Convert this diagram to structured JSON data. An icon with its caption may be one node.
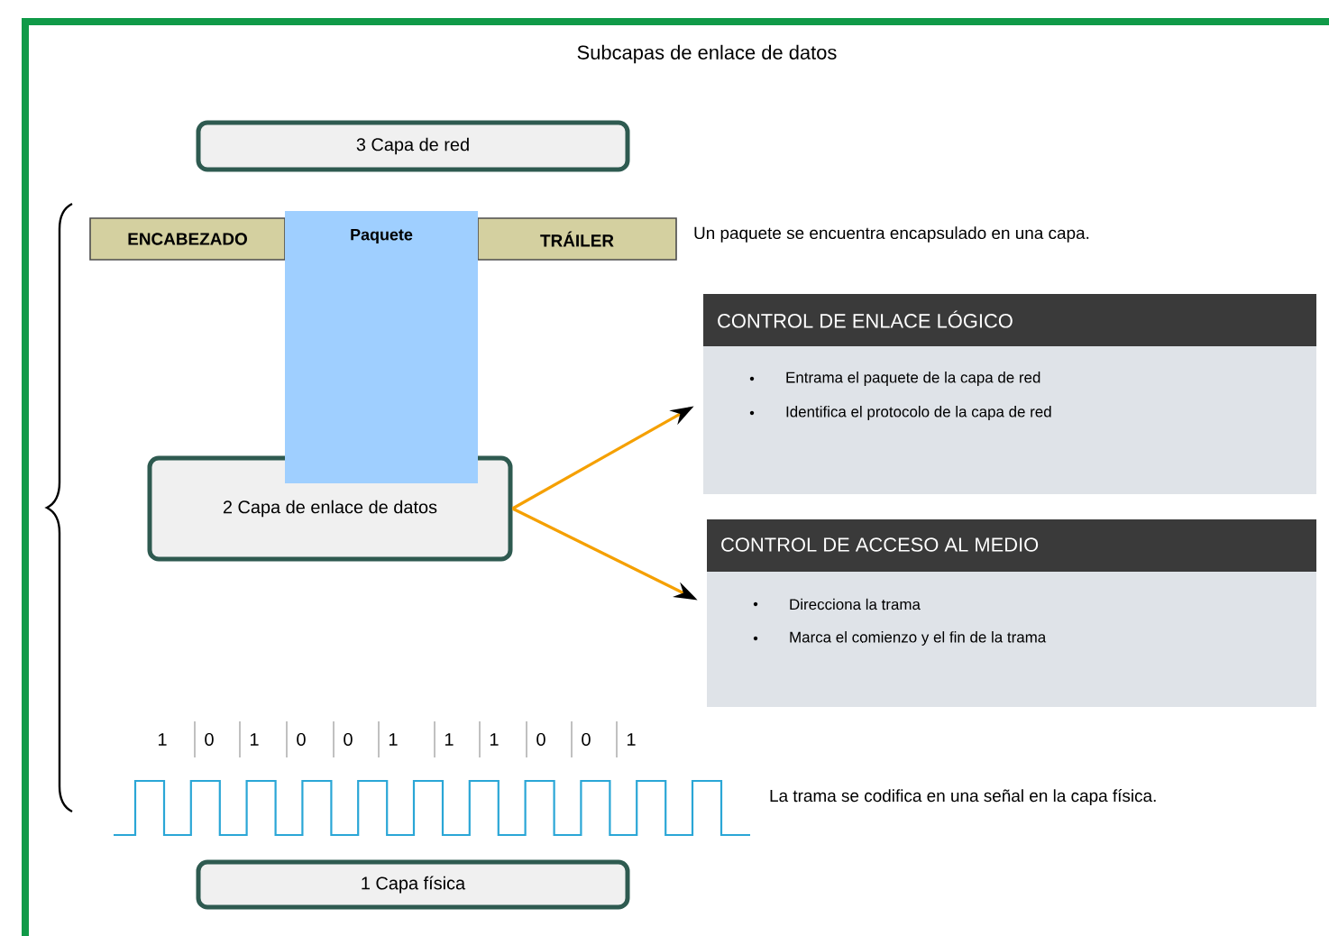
{
  "diagram": {
    "title": "Subcapas de enlace de datos",
    "nodes": [
      {
        "text": [
          "3 Capa de red"
        ]
      },
      {
        "text": [
          "ENCABEZADO"
        ]
      },
      {
        "text": [
          "Paquete"
        ]
      },
      {
        "text": [
          "TRÁILER"
        ]
      },
      {
        "text": [
          "2 Capa de enlace de datos"
        ]
      },
      {
        "text": [
          "CONTROL DE ENLACE LÓGICO",
          "Entrama el paquete de la capa de red",
          "Identifica el protocolo de la capa de red"
        ]
      },
      {
        "text": [
          "CONTROL DE ACCESO AL MEDIO",
          "Direcciona la trama",
          "Marca el comienzo y el fin de la trama"
        ]
      },
      {
        "text": [
          "1 Capa física"
        ]
      }
    ],
    "edges": [
      {
        "from": 4,
        "to": 5,
        "arrow": "to"
      },
      {
        "from": 4,
        "to": 6,
        "arrow": "to"
      }
    ],
    "labels": [
      "Un paquete se encuentra encapsulado en una capa.",
      "1",
      "0",
      "1",
      "0",
      "0",
      "1",
      "1",
      "1",
      "0",
      "0",
      "1",
      "La trama se codifica en una señal en la capa física."
    ]
  }
}
